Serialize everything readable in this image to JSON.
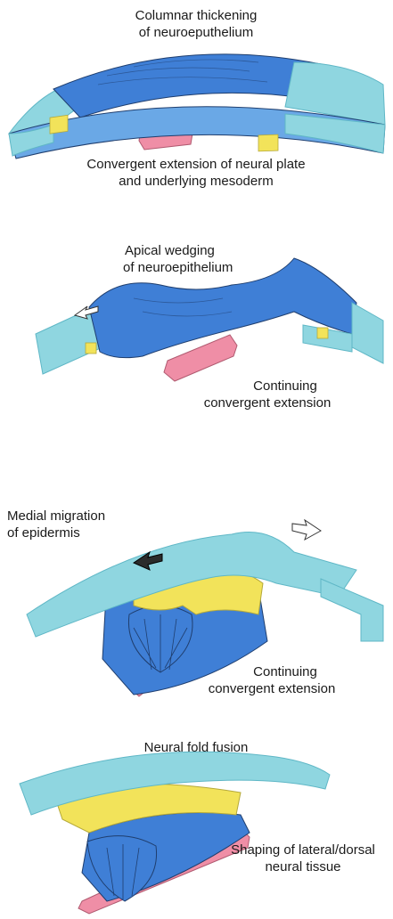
{
  "panels": [
    {
      "id": "stage-1",
      "labels": {
        "top": [
          "Columnar thickening",
          "of neuroeputhelium"
        ],
        "bottom": [
          "Convergent extension of neural plate",
          "and underlying mesoderm"
        ]
      }
    },
    {
      "id": "stage-2",
      "labels": {
        "top": [
          "Apical wedging",
          "of neuroepithelium"
        ],
        "bottom": [
          "Continuing",
          "convergent extension"
        ]
      }
    },
    {
      "id": "stage-3",
      "labels": {
        "top": [
          "Medial  migration",
          "of epidermis"
        ],
        "bottom": [
          "Continuing",
          "convergent extension"
        ]
      }
    },
    {
      "id": "stage-4",
      "labels": {
        "top": [
          "Neural fold fusion"
        ],
        "bottom": [
          "Shaping of lateral/dorsal",
          "neural tissue"
        ]
      }
    }
  ],
  "colors": {
    "neural_plate": "#3f7fd6",
    "neural_plate_dark": "#2c5fb0",
    "epidermis": "#8fd6e0",
    "epidermis_dark": "#5fb7c6",
    "neural_crest": "#f2e35a",
    "mesoderm": "#ef8ea6",
    "outline": "#1f3e6e"
  }
}
